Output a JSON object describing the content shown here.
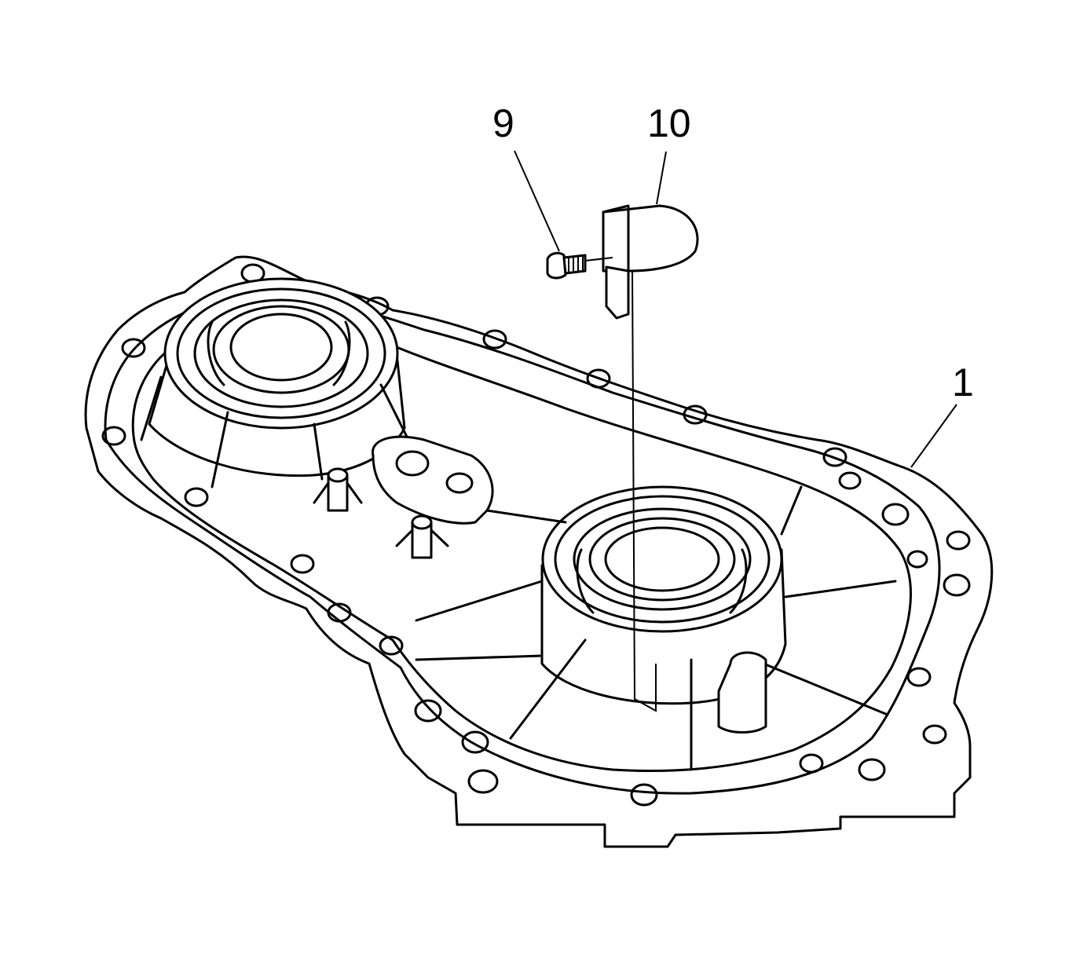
{
  "callouts": {
    "c9": "9",
    "c10": "10",
    "c1": "1"
  },
  "colors": {
    "line": "#000000",
    "background": "#ffffff"
  }
}
